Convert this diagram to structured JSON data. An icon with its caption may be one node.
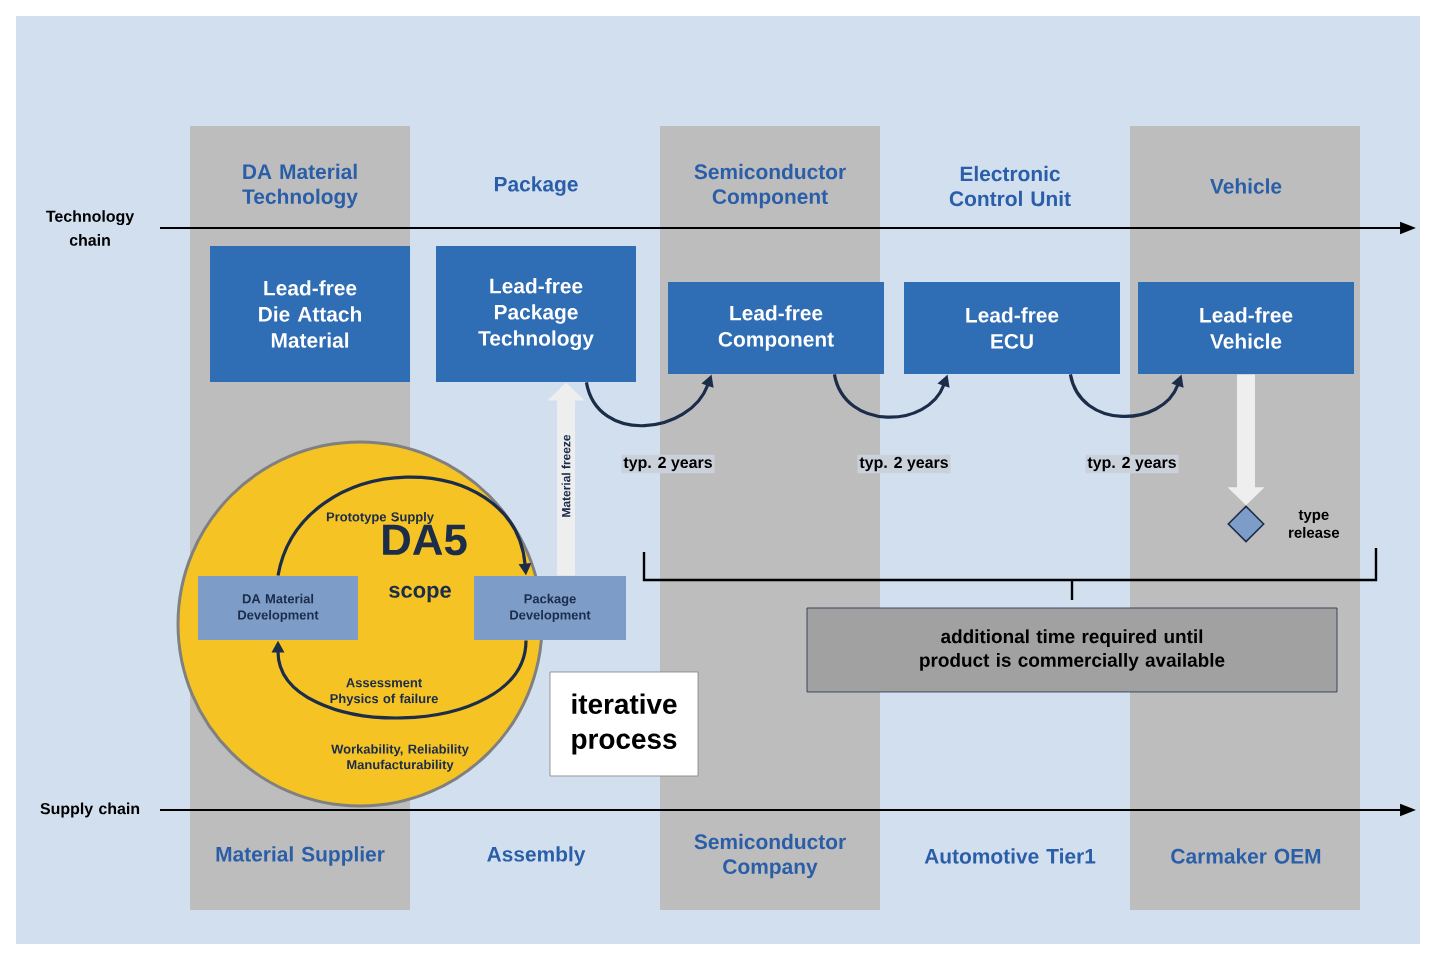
{
  "diagram": {
    "nodes": [
      {
        "text": [
          "Lead-free Die Attach Material"
        ]
      },
      {
        "text": [
          "Lead-free Package Technology"
        ]
      },
      {
        "text": [
          "Lead-free Component"
        ]
      },
      {
        "text": [
          "Lead-free ECU"
        ]
      },
      {
        "text": [
          "Lead-free Vehicle"
        ]
      },
      {
        "text": [],
        "shape": "diamond",
        "beside": [
          "type release"
        ]
      },
      {
        "text": [
          "DA5",
          "scope",
          "Workability, Reliability Manufacturability"
        ]
      },
      {
        "text": [
          "DA Material Development"
        ],
        "in": 6
      },
      {
        "text": [
          "Package Development"
        ]
      },
      {
        "text": [
          "iterative process"
        ]
      },
      {
        "text": [
          "additional time required until product is commercially available"
        ]
      }
    ],
    "edges": [
      {
        "from": 8,
        "to": 1,
        "arrow": "to",
        "label": "Material freeze",
        "style": "thick",
        "color": "#eeeeee"
      },
      {
        "from": 1,
        "to": 2,
        "arrow": "to",
        "label": "typ. 2 years"
      },
      {
        "from": 2,
        "to": 3,
        "arrow": "to",
        "label": "typ. 2 years"
      },
      {
        "from": 3,
        "to": 4,
        "arrow": "to",
        "label": "typ. 2 years"
      },
      {
        "from": 4,
        "to": 5,
        "arrow": "to",
        "style": "thick",
        "color": "#eeeeee"
      },
      {
        "from": 7,
        "to": 8,
        "arrow": "to",
        "label": "Prototype Supply"
      },
      {
        "from": 8,
        "to": 7,
        "arrow": "to",
        "label": "Assessment Physics of failure"
      }
    ],
    "labels": [
      "Technology chain",
      "DA Material Technology",
      "Package",
      "Semiconductor Component",
      "Electronic Control Unit",
      "Vehicle",
      "Supply chain",
      "Material Supplier",
      "Assembly",
      "Semiconductor Company",
      "Automotive Tier1",
      "Carmaker OEM"
    ]
  }
}
